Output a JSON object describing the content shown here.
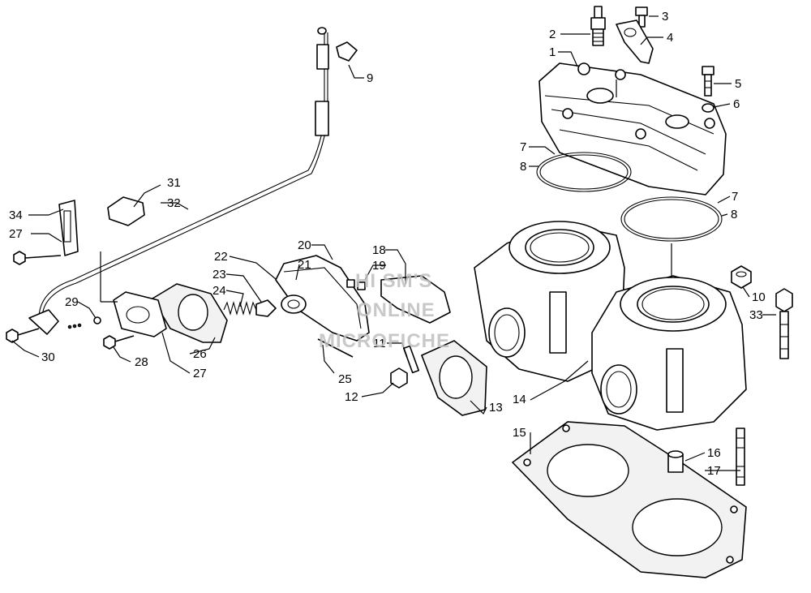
{
  "watermark": {
    "line1": "HI SM'S",
    "line2": "ONLINE",
    "line3": "MICROFICHE",
    "color": "#bfbfbf"
  },
  "callouts": [
    {
      "id": "c1",
      "text": "1"
    },
    {
      "id": "c2",
      "text": "2"
    },
    {
      "id": "c3",
      "text": "3"
    },
    {
      "id": "c4",
      "text": "4"
    },
    {
      "id": "c5",
      "text": "5"
    },
    {
      "id": "c6",
      "text": "6"
    },
    {
      "id": "c7a",
      "text": "7"
    },
    {
      "id": "c8a",
      "text": "8"
    },
    {
      "id": "c7b",
      "text": "7"
    },
    {
      "id": "c8b",
      "text": "8"
    },
    {
      "id": "c9",
      "text": "9"
    },
    {
      "id": "c10",
      "text": "10"
    },
    {
      "id": "c33",
      "text": "33"
    },
    {
      "id": "c11",
      "text": "11"
    },
    {
      "id": "c12",
      "text": "12"
    },
    {
      "id": "c13",
      "text": "13"
    },
    {
      "id": "c14",
      "text": "14"
    },
    {
      "id": "c15",
      "text": "15"
    },
    {
      "id": "c16",
      "text": "16"
    },
    {
      "id": "c17",
      "text": "17"
    },
    {
      "id": "c18",
      "text": "18"
    },
    {
      "id": "c19",
      "text": "19"
    },
    {
      "id": "c20",
      "text": "20"
    },
    {
      "id": "c21",
      "text": "21"
    },
    {
      "id": "c22",
      "text": "22"
    },
    {
      "id": "c23",
      "text": "23"
    },
    {
      "id": "c24",
      "text": "24"
    },
    {
      "id": "c25",
      "text": "25"
    },
    {
      "id": "c26",
      "text": "26"
    },
    {
      "id": "c27a",
      "text": "27"
    },
    {
      "id": "c27b",
      "text": "27"
    },
    {
      "id": "c28",
      "text": "28"
    },
    {
      "id": "c29",
      "text": "29"
    },
    {
      "id": "c30",
      "text": "30"
    },
    {
      "id": "c31",
      "text": "31"
    },
    {
      "id": "c32",
      "text": "32"
    },
    {
      "id": "c34",
      "text": "34"
    }
  ]
}
